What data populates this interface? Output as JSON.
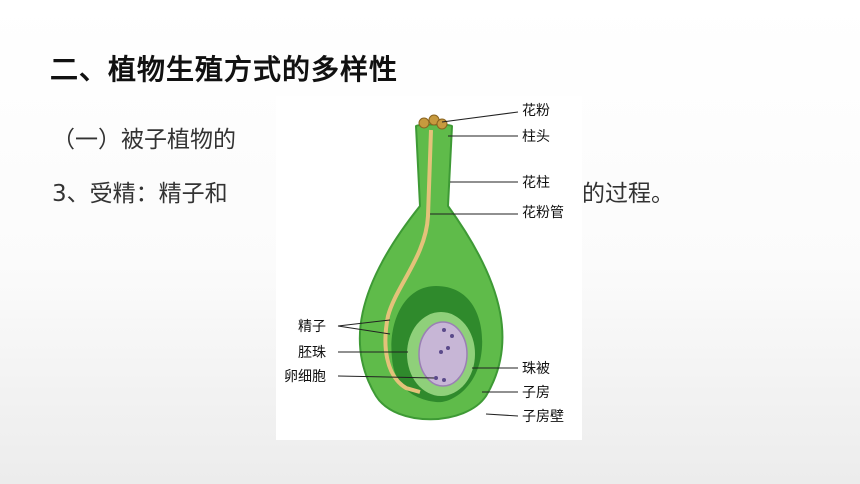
{
  "slide": {
    "title": "二、植物生殖方式的多样性",
    "line1_visible": "（一）被子植物的",
    "line2_visible": "3、受精：精子和",
    "line2_tail": "的过程。"
  },
  "figure": {
    "labels": {
      "pollen": "花粉",
      "stigma": "柱头",
      "style": "花柱",
      "pollen_tube": "花粉管",
      "sperm": "精子",
      "ovule": "胚珠",
      "egg": "卵细胞",
      "integument": "珠被",
      "ovary": "子房",
      "ovary_wall": "子房壁"
    },
    "colors": {
      "pistil": "#5fbb4a",
      "pistil_dark": "#3e9a35",
      "ovule_inner": "#c7b6d6",
      "pollen_tube": "#e4c27a"
    }
  }
}
